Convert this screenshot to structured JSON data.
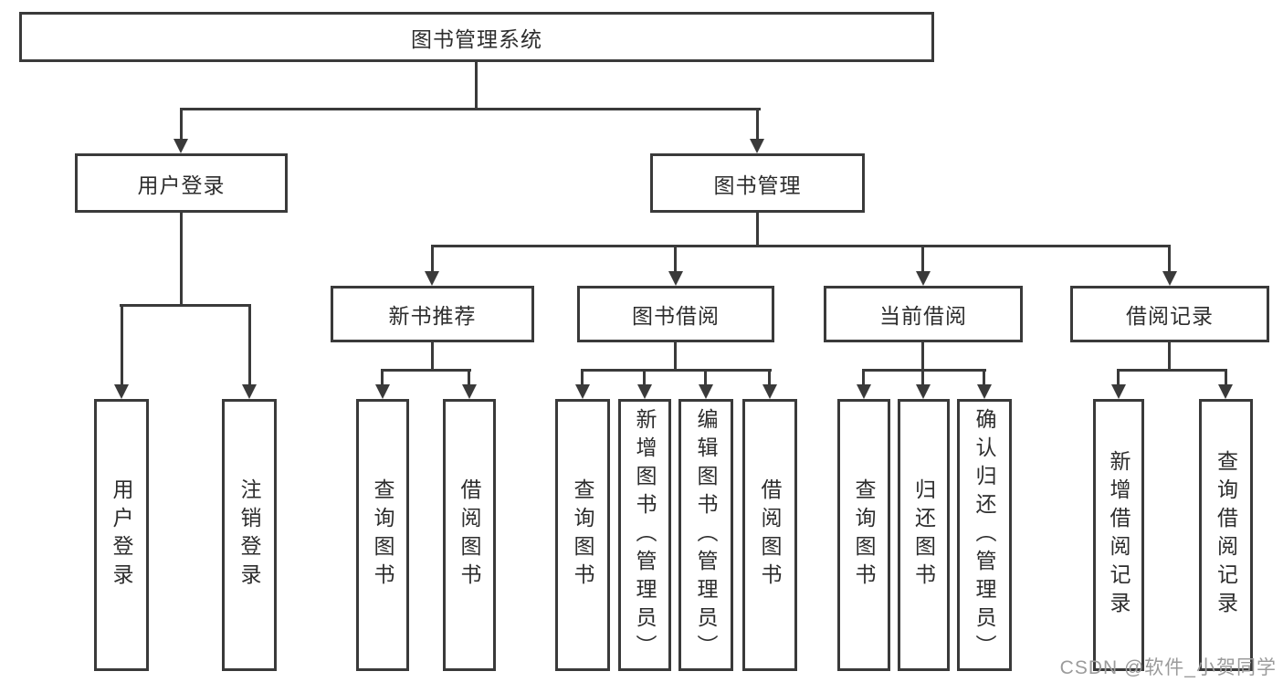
{
  "diagram_type": "hierarchy-tree",
  "colors": {
    "line": "#3a3a3a",
    "box_border": "#3a3a3a",
    "text": "#2d2d2d",
    "background": "#ffffff",
    "watermark": "#9b9b9b"
  },
  "tree": {
    "label": "图书管理系统",
    "children": [
      {
        "label": "用户登录",
        "children": [
          {
            "label": "用户登录"
          },
          {
            "label": "注销登录"
          }
        ]
      },
      {
        "label": "图书管理",
        "children": [
          {
            "label": "新书推荐",
            "children": [
              {
                "label": "查询图书"
              },
              {
                "label": "借阅图书"
              }
            ]
          },
          {
            "label": "图书借阅",
            "children": [
              {
                "label": "查询图书"
              },
              {
                "label": "新增图书（管理员）"
              },
              {
                "label": "编辑图书（管理员）"
              },
              {
                "label": "借阅图书"
              }
            ]
          },
          {
            "label": "当前借阅",
            "children": [
              {
                "label": "查询图书"
              },
              {
                "label": "归还图书"
              },
              {
                "label": "确认归还（管理员）"
              }
            ]
          },
          {
            "label": "借阅记录",
            "children": [
              {
                "label": "新增借阅记录"
              },
              {
                "label": "查询借阅记录"
              }
            ]
          }
        ]
      }
    ]
  },
  "watermark": {
    "text": "CSDN @软件_小贺同学"
  }
}
